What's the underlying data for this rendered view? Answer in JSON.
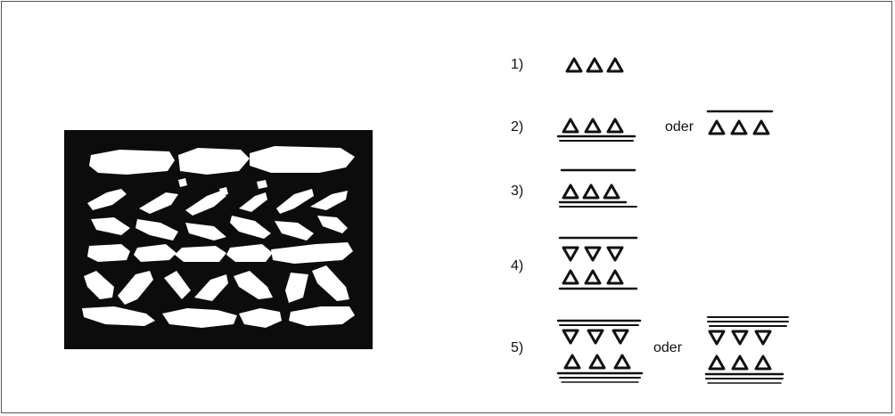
{
  "panel": {
    "stone_image": "masonry-layers-illustration"
  },
  "legend": {
    "items": [
      {
        "number": "1)"
      },
      {
        "number": "2)",
        "connector": "oder"
      },
      {
        "number": "3)"
      },
      {
        "number": "4)"
      },
      {
        "number": "5)",
        "connector": "oder"
      }
    ]
  }
}
